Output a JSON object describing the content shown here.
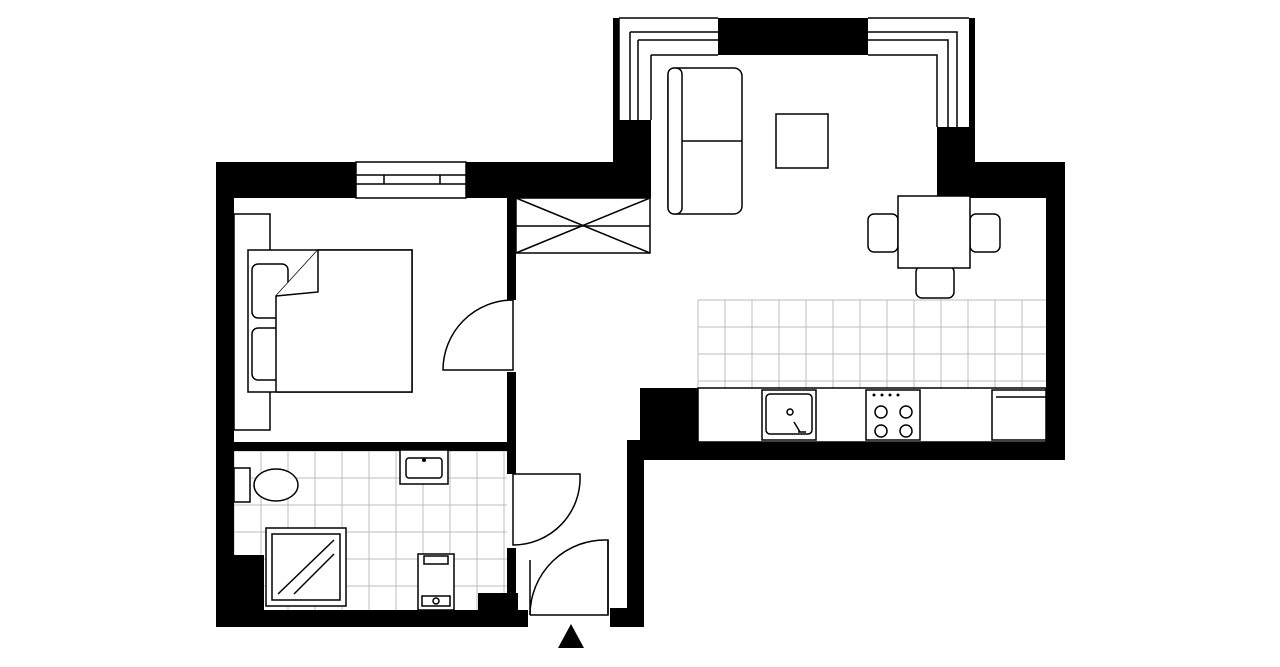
{
  "diagram": {
    "type": "apartment-floor-plan",
    "rooms": [
      "bedroom",
      "bathroom",
      "hallway",
      "living-room",
      "kitchen"
    ],
    "furniture": [
      "bed",
      "nightstands",
      "sofa",
      "coffee-table",
      "dining-table",
      "chairs",
      "wardrobe"
    ],
    "fixtures": [
      "toilet",
      "washbasin",
      "shower",
      "washing-machine",
      "kitchen-sink",
      "stove",
      "fridge"
    ],
    "entrance_marker": "triangle-arrow-up-icon"
  }
}
